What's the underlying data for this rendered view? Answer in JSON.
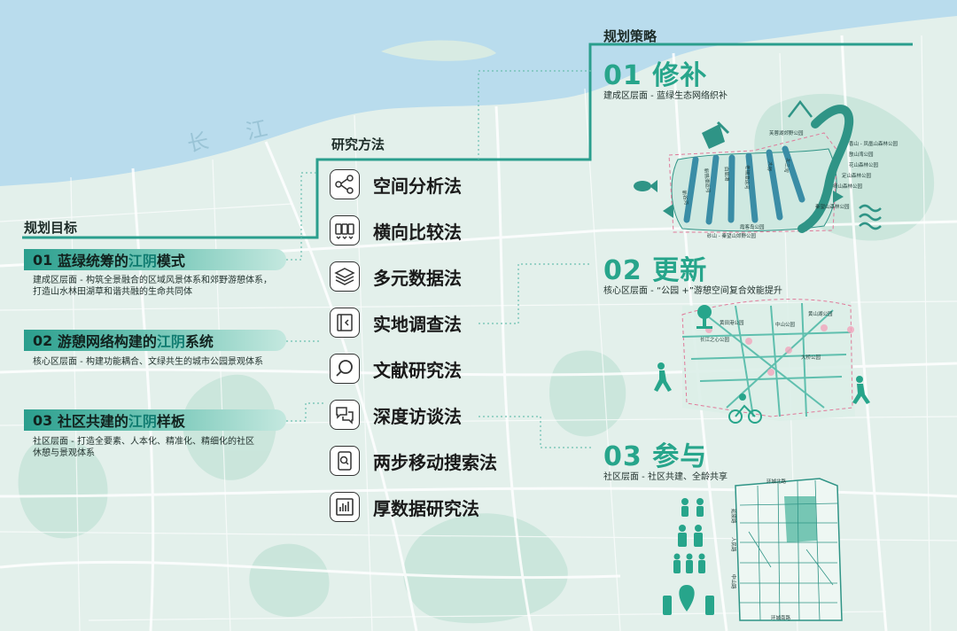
{
  "map": {
    "river_name": "长 江"
  },
  "goals": {
    "heading": "规划目标",
    "items": [
      {
        "num": "01",
        "text_a": "蓝绿统筹的",
        "highlight": "江阴",
        "text_b": "模式",
        "desc": [
          "建成区层面 - 构筑全景融合的区域风景体系和郊野游憩体系，",
          "打造山水林田湖草和谐共融的生命共同体"
        ]
      },
      {
        "num": "02",
        "text_a": "游憩网络构建的",
        "highlight": "江阴",
        "text_b": "系统",
        "desc": [
          "核心区层面 - 构建功能耦合、文绿共生的城市公园景观体系"
        ]
      },
      {
        "num": "03",
        "text_a": "社区共建的",
        "highlight": "江阴",
        "text_b": "样板",
        "desc": [
          "社区层面 - 打造全要素、人本化、精准化、精细化的社区",
          "休憩与景观体系"
        ]
      }
    ]
  },
  "methods": {
    "heading": "研究方法",
    "items": [
      {
        "label": "空间分析法",
        "icon": "network-icon"
      },
      {
        "label": "横向比较法",
        "icon": "compare-icon"
      },
      {
        "label": "多元数据法",
        "icon": "layers-icon"
      },
      {
        "label": "实地调查法",
        "icon": "survey-icon"
      },
      {
        "label": "文献研究法",
        "icon": "magnifier-icon"
      },
      {
        "label": "深度访谈法",
        "icon": "chat-icon"
      },
      {
        "label": "两步移动搜索法",
        "icon": "phone-search-icon"
      },
      {
        "label": "厚数据研究法",
        "icon": "bar-chart-icon"
      }
    ]
  },
  "strategy": {
    "heading": "规划策略",
    "items": [
      {
        "title": "01 修补",
        "desc": "建成区层面 - 蓝绿生态网络织补"
      },
      {
        "title": "02 更新",
        "desc": "核心区层面 - “公园 +”游憩空间复合效能提升"
      },
      {
        "title": "03 参与",
        "desc": "社区层面 - 社区共建、全龄共享"
      }
    ]
  },
  "diagram1": {
    "corridors": [
      "新谷河",
      "新锡澄运河",
      "白屈港",
      "老锡澄运河",
      "大桥",
      "北三河"
    ],
    "parks": [
      "香山 - 凤凰山森林公园",
      "芙蓉湖郊野公园",
      "敔山湾公园",
      "花山森林公园",
      "定山森林公园",
      "绮山森林公园",
      "秦望山森林公园",
      "砂山 - 秦望山郊野公园",
      "霞客岛公园"
    ]
  },
  "diagram2": {
    "parks": [
      "中山公园",
      "黄田港公园",
      "长江之心公园",
      "大桥公园",
      "黄山湖公园"
    ]
  },
  "diagram3": {
    "streets": [
      "环城北路",
      "环城南路",
      "人民路",
      "中山路",
      "延陵路"
    ]
  },
  "colors": {
    "accent": "#27a58b",
    "line": "#2a9e8d",
    "dotted": "#6bbfb0"
  }
}
